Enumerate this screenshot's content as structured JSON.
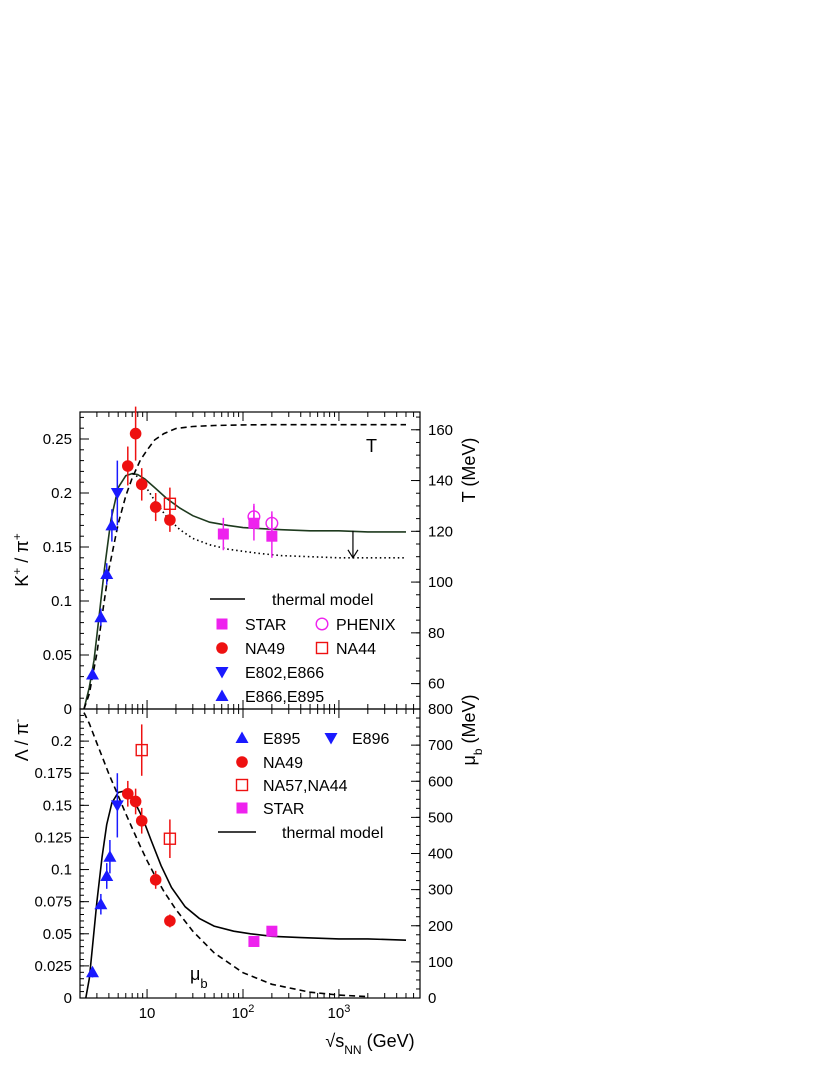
{
  "colors": {
    "blue": "#1a1aff",
    "red": "#ee1111",
    "magenta": "#ee22ee",
    "dark_green": "#1e3a1e",
    "black": "#000000"
  },
  "chart_data": [
    {
      "type": "scatter",
      "xlabel_parts": [
        "√s",
        "NN",
        " (GeV)"
      ],
      "ylabel_parts": [
        "K",
        "+",
        " / π",
        "+"
      ],
      "y2label": "T (MeV)",
      "x_scale": "log",
      "xlim": [
        2.0,
        7000
      ],
      "ylim": [
        0,
        0.275
      ],
      "y2lim": [
        50,
        167
      ],
      "y_ticks": [
        0,
        0.05,
        0.1,
        0.15,
        0.2,
        0.25
      ],
      "y_tick_labels": [
        "0",
        "0.05",
        "0.1",
        "0.15",
        "0.2",
        "0.25"
      ],
      "y2_ticks": [
        60,
        80,
        100,
        120,
        140,
        160
      ],
      "y2_tick_labels": [
        "60",
        "80",
        "100",
        "120",
        "140",
        "160"
      ],
      "curve_annotation": "T",
      "legend_title": "thermal model",
      "legend_position": "bottom-right",
      "series": [
        {
          "name": "STAR",
          "marker": "square-filled",
          "color": "magenta",
          "points": [
            [
              62.4,
              0.162,
              0.015
            ],
            [
              130,
              0.172,
              0.016
            ],
            [
              200,
              0.16,
              0.02
            ]
          ]
        },
        {
          "name": "PHENIX",
          "marker": "circle-open",
          "color": "magenta",
          "points": [
            [
              130,
              0.178,
              0.012
            ],
            [
              200,
              0.172,
              0.011
            ]
          ]
        },
        {
          "name": "NA49",
          "marker": "circle-filled",
          "color": "red",
          "points": [
            [
              6.3,
              0.225,
              0.018
            ],
            [
              7.6,
              0.255,
              0.025
            ],
            [
              8.8,
              0.208,
              0.015
            ],
            [
              12.3,
              0.187,
              0.013
            ],
            [
              17.3,
              0.175,
              0.011
            ]
          ]
        },
        {
          "name": "NA44",
          "marker": "square-open",
          "color": "red",
          "points": [
            [
              17.3,
              0.19,
              0.015
            ]
          ]
        },
        {
          "name": "E802,E866",
          "marker": "triangle-down-filled",
          "color": "blue",
          "points": [
            [
              4.9,
              0.2,
              0.03
            ]
          ]
        },
        {
          "name": "E866,E895",
          "marker": "triangle-up-filled",
          "color": "blue",
          "points": [
            [
              2.7,
              0.032,
              0.004
            ],
            [
              3.3,
              0.085,
              0.008
            ],
            [
              3.8,
              0.125,
              0.01
            ],
            [
              4.3,
              0.17,
              0.015
            ]
          ]
        }
      ],
      "curves": [
        {
          "name": "thermal model",
          "style": "solid",
          "color": "dark_green",
          "axis": "y",
          "x": [
            2.2,
            2.5,
            2.8,
            3.2,
            3.6,
            4.2,
            5.0,
            6.0,
            7.0,
            8.0,
            9.5,
            12,
            16,
            22,
            30,
            45,
            70,
            100,
            150,
            250,
            500,
            1000,
            2000,
            5000
          ],
          "y": [
            0.0,
            0.02,
            0.045,
            0.09,
            0.13,
            0.175,
            0.205,
            0.216,
            0.218,
            0.217,
            0.213,
            0.205,
            0.195,
            0.186,
            0.179,
            0.173,
            0.17,
            0.168,
            0.167,
            0.166,
            0.165,
            0.165,
            0.164,
            0.164
          ]
        },
        {
          "name": "thermal model (lower)",
          "style": "dotted",
          "color": "black",
          "axis": "y",
          "x": [
            7.0,
            8.0,
            9.5,
            12,
            16,
            22,
            30,
            45,
            70,
            100,
            150,
            250,
            500,
            1000,
            2000,
            5000
          ],
          "y": [
            0.218,
            0.215,
            0.207,
            0.193,
            0.178,
            0.166,
            0.158,
            0.152,
            0.148,
            0.146,
            0.144,
            0.142,
            0.141,
            0.14,
            0.14,
            0.14
          ]
        },
        {
          "name": "T",
          "style": "dashed",
          "color": "black",
          "axis": "y2",
          "x": [
            2.2,
            2.5,
            3.0,
            3.5,
            4.0,
            5.0,
            6.0,
            7.0,
            8.5,
            10,
            12,
            15,
            20,
            30,
            50,
            100,
            200,
            500,
            1000,
            5000
          ],
          "y": [
            50,
            56,
            72,
            90,
            105,
            123,
            134,
            141,
            148,
            152,
            156,
            158.5,
            160.5,
            161.3,
            161.7,
            161.9,
            162,
            162,
            162,
            162
          ]
        }
      ],
      "arrow": {
        "x": 1400,
        "from_y": 0.165,
        "to_y": 0.14
      }
    },
    {
      "type": "scatter",
      "xlabel_parts": [
        "√s",
        "NN",
        " (GeV)"
      ],
      "ylabel_parts": [
        "Λ / π",
        "-"
      ],
      "y2label_parts": [
        "μ",
        "b",
        " (MeV)"
      ],
      "x_scale": "log",
      "xlim": [
        2.0,
        7000
      ],
      "x_ticks": [
        10,
        100,
        1000
      ],
      "x_tick_labels": [
        [
          "10",
          ""
        ],
        [
          "10",
          "2"
        ],
        [
          "10",
          "3"
        ]
      ],
      "ylim": [
        0,
        0.225
      ],
      "y2lim": [
        0,
        800
      ],
      "y_ticks": [
        0,
        0.025,
        0.05,
        0.075,
        0.1,
        0.125,
        0.15,
        0.175,
        0.2
      ],
      "y_tick_labels": [
        "0",
        "0.025",
        "0.05",
        "0.075",
        "0.1",
        "0.125",
        "0.15",
        "0.175",
        "0.2"
      ],
      "y2_ticks": [
        0,
        100,
        200,
        300,
        400,
        500,
        600,
        700,
        800
      ],
      "y2_tick_labels": [
        "0",
        "100",
        "200",
        "300",
        "400",
        "500",
        "600",
        "700",
        "800"
      ],
      "curve_annotation_parts": [
        "μ",
        "b"
      ],
      "legend_title": "thermal model",
      "legend_position": "top-right",
      "series": [
        {
          "name": "E895",
          "marker": "triangle-up-filled",
          "color": "blue",
          "points": [
            [
              2.7,
              0.02,
              0.004
            ],
            [
              3.3,
              0.073,
              0.008
            ],
            [
              3.8,
              0.095,
              0.01
            ],
            [
              4.1,
              0.11,
              0.013
            ]
          ]
        },
        {
          "name": "E896",
          "marker": "triangle-down-filled",
          "color": "blue",
          "points": [
            [
              4.9,
              0.15,
              0.025
            ]
          ]
        },
        {
          "name": "NA49",
          "marker": "circle-filled",
          "color": "red",
          "points": [
            [
              6.3,
              0.159,
              0.01
            ],
            [
              7.6,
              0.153,
              0.01
            ],
            [
              8.8,
              0.138,
              0.01
            ],
            [
              12.3,
              0.092,
              0.007
            ],
            [
              17.3,
              0.06,
              0.005
            ]
          ]
        },
        {
          "name": "NA57,NA44",
          "marker": "square-open",
          "color": "red",
          "points": [
            [
              8.8,
              0.193,
              0.02
            ],
            [
              17.3,
              0.124,
              0.015
            ]
          ]
        },
        {
          "name": "STAR",
          "marker": "square-filled",
          "color": "magenta",
          "points": [
            [
              130,
              0.044,
              0.004
            ],
            [
              200,
              0.052,
              0.004
            ]
          ]
        }
      ],
      "curves": [
        {
          "name": "thermal model",
          "style": "solid",
          "color": "black",
          "axis": "y",
          "x": [
            2.3,
            2.5,
            2.7,
            3.0,
            3.4,
            3.8,
            4.3,
            5.0,
            5.7,
            6.5,
            7.5,
            9,
            11,
            14,
            18,
            25,
            35,
            50,
            80,
            120,
            200,
            400,
            1000,
            2000,
            5000
          ],
          "y": [
            0.0,
            0.015,
            0.04,
            0.075,
            0.11,
            0.135,
            0.152,
            0.16,
            0.161,
            0.158,
            0.152,
            0.14,
            0.123,
            0.103,
            0.086,
            0.071,
            0.062,
            0.056,
            0.052,
            0.05,
            0.048,
            0.047,
            0.046,
            0.046,
            0.045
          ]
        },
        {
          "name": "μb",
          "style": "dashed",
          "color": "black",
          "axis": "y2",
          "x": [
            2.2,
            2.5,
            3.0,
            3.5,
            4.0,
            5.0,
            6.0,
            7.0,
            8.5,
            10,
            12,
            15,
            20,
            30,
            50,
            100,
            200,
            500,
            1000,
            2000
          ],
          "y": [
            790,
            760,
            705,
            660,
            620,
            560,
            510,
            470,
            420,
            380,
            340,
            295,
            245,
            185,
            125,
            70,
            38,
            16,
            8,
            4
          ]
        }
      ]
    }
  ]
}
